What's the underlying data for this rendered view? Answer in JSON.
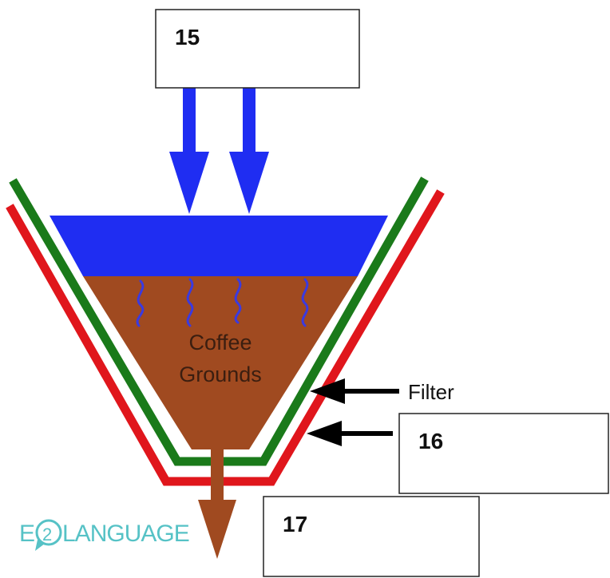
{
  "labels": {
    "box_15": "15",
    "box_16": "16",
    "box_17": "17",
    "grounds_line1": "Coffee",
    "grounds_line2": "Grounds",
    "filter": "Filter"
  },
  "logo": {
    "prefix": "E",
    "number": "2",
    "word": "LANGUAGE"
  },
  "icons": [
    "arrow-down-icon",
    "arrow-left-icon",
    "steam-icon"
  ],
  "colors": {
    "water": "#1f2df2",
    "coffee": "#a04a20",
    "filter_green": "#1a7a1a",
    "cone_red": "#e0161c",
    "arrow_black": "#000000",
    "logo": "#56c2c6"
  }
}
